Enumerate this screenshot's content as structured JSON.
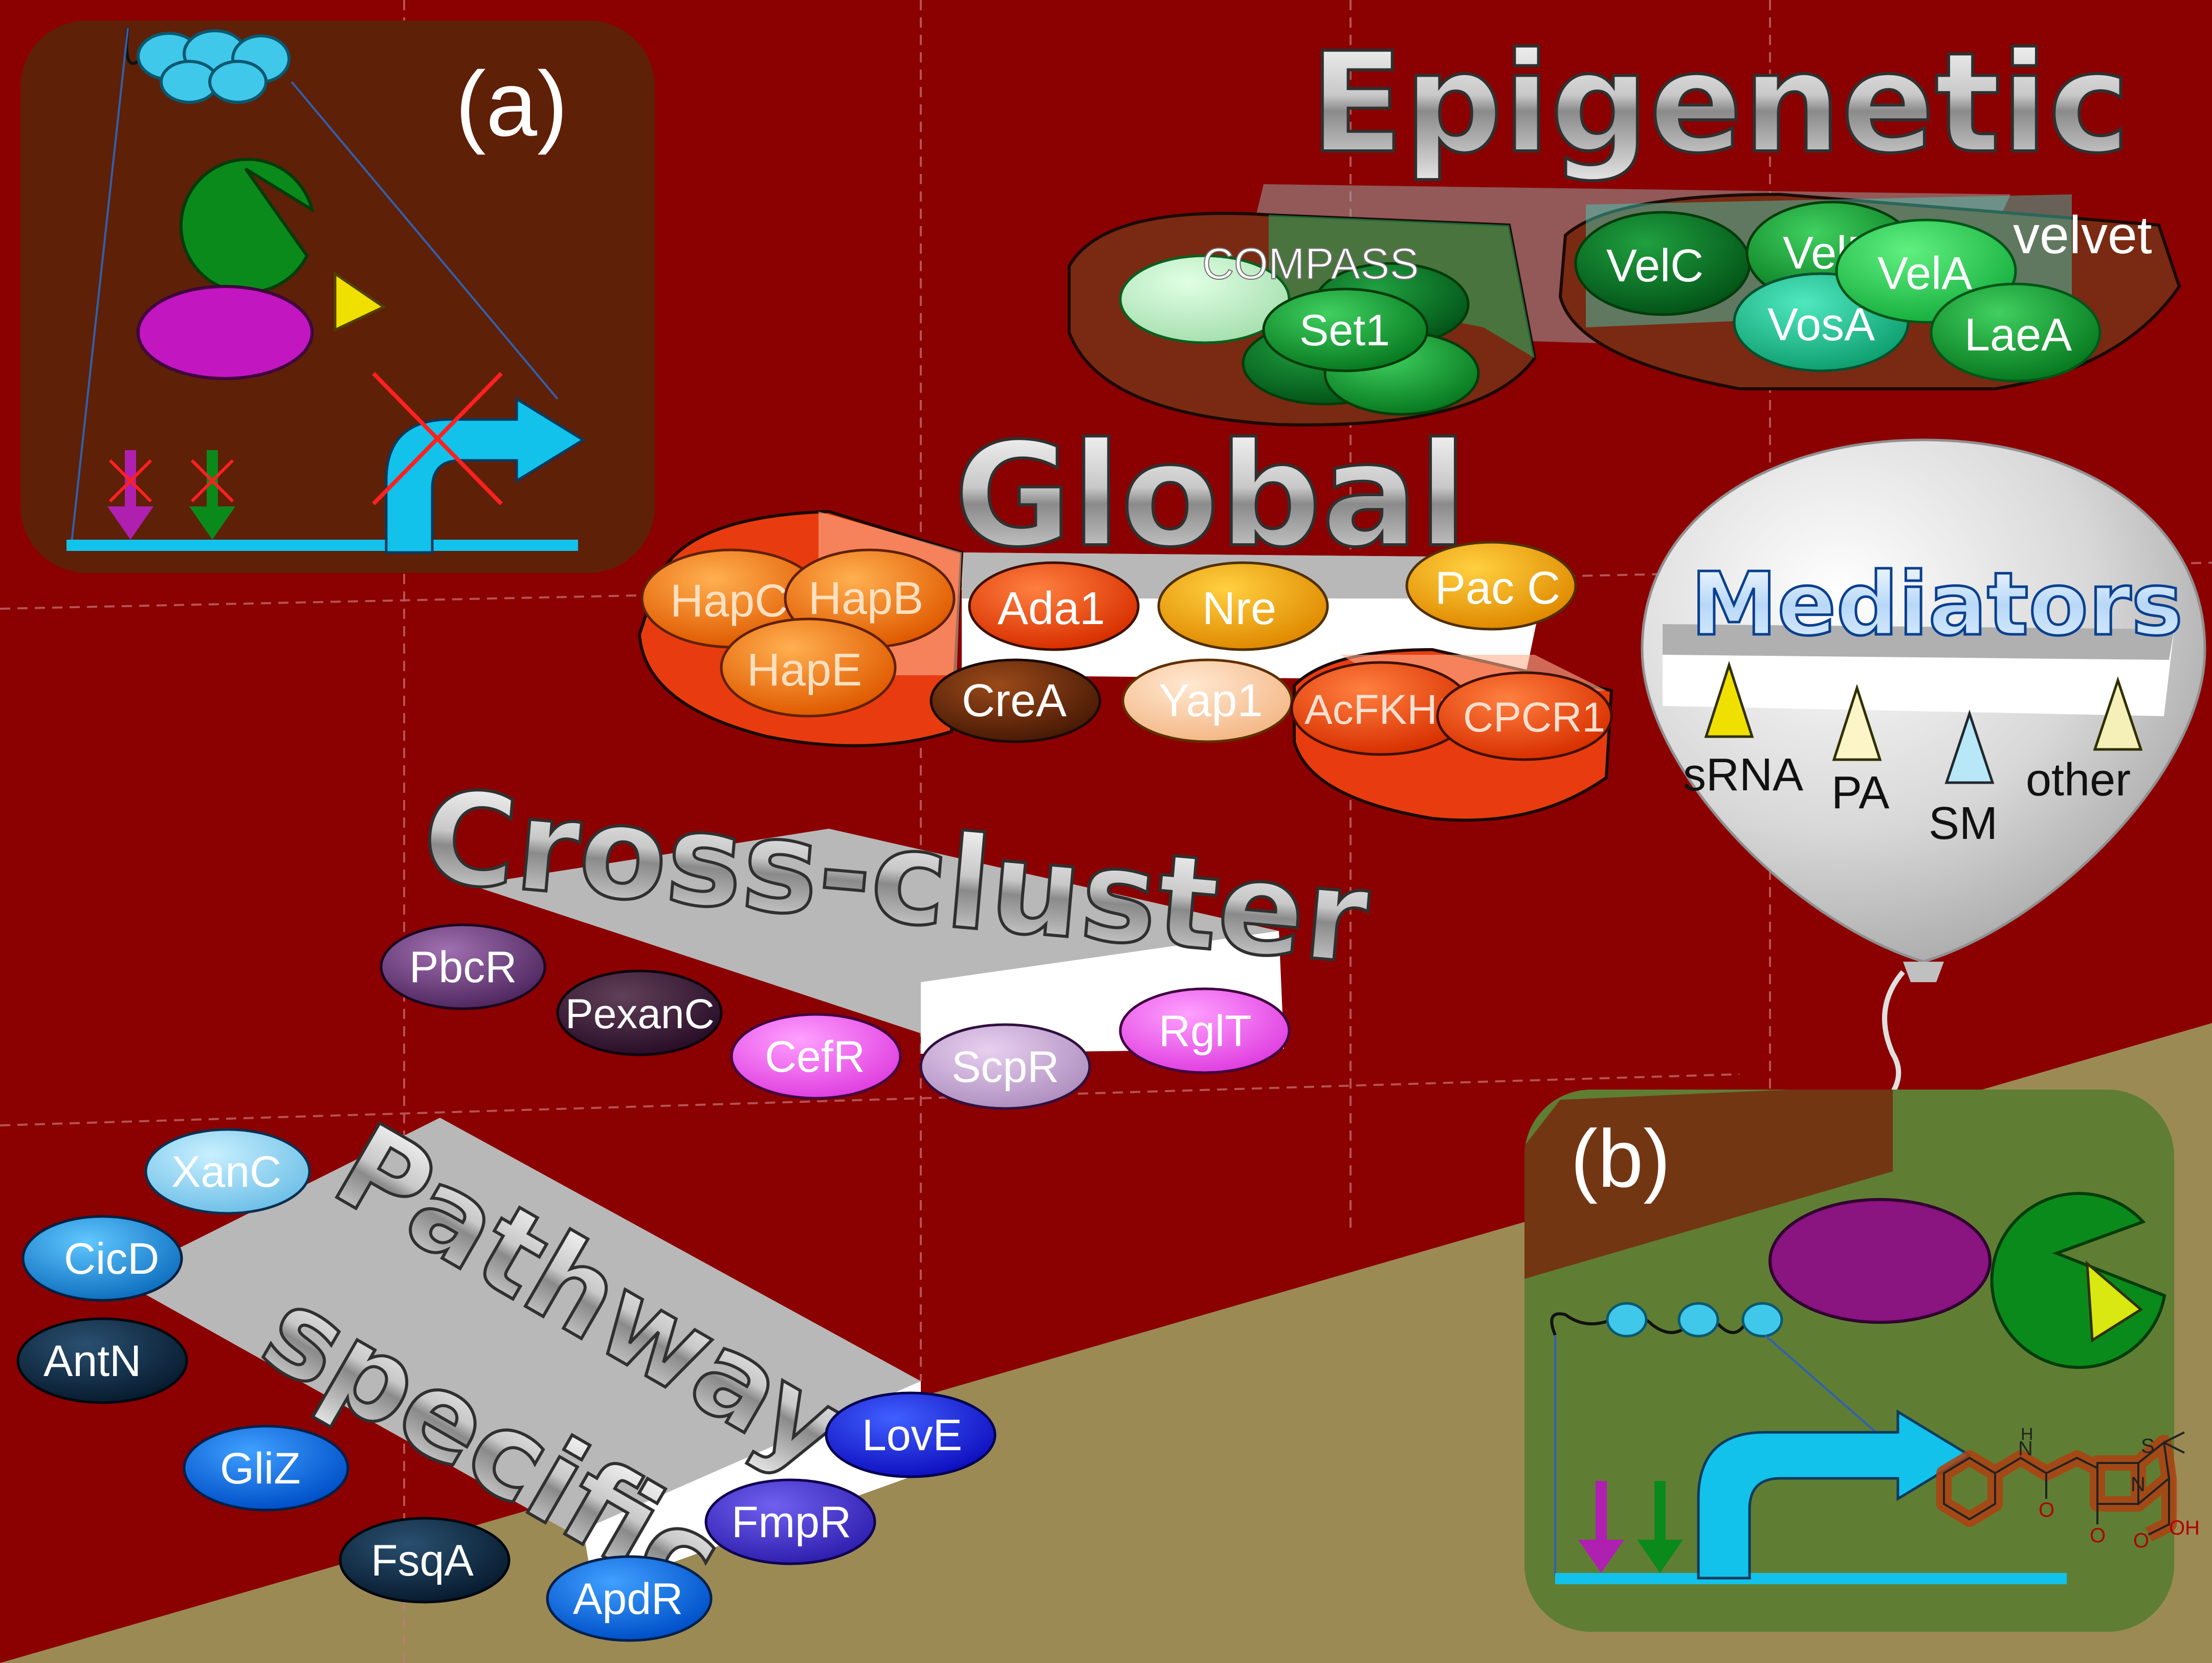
{
  "tiers": {
    "epigenetic": "Epigenetic",
    "global": "Global",
    "cross_cluster": "Cross-cluster",
    "pathway_line1": "Pathway",
    "pathway_line2": "specific",
    "mediators": "Mediators"
  },
  "panels": {
    "a": "(a)",
    "b": "(b)"
  },
  "epigenetic_complexes": {
    "compass": "COMPASS",
    "set1": "Set1",
    "velvet": "velvet",
    "velc": "VelC",
    "velb": "VelB",
    "vela": "VelA",
    "vosa": "VosA",
    "laea": "LaeA"
  },
  "global_regulators": {
    "hapc": "HapC",
    "hapb": "HapB",
    "hape": "HapE",
    "ada1": "Ada1",
    "nre": "Nre",
    "pacc": "Pac C",
    "crea": "CreA",
    "yap1": "Yap1",
    "acfkh1": "AcFKH1",
    "cpcr1": "CPCR1"
  },
  "mediator_labels": {
    "srna": "sRNA",
    "pa": "PA",
    "sm": "SM",
    "other": "other"
  },
  "cross_cluster_regulators": {
    "pbcr": "PbcR",
    "pexanc": "PexanC",
    "cefr": "CefR",
    "scpr": "ScpR",
    "rglt": "RglT"
  },
  "pathway_regulators": {
    "xanc": "XanC",
    "cicd": "CicD",
    "antn": "AntN",
    "gliz": "GliZ",
    "fsqa": "FsqA",
    "apdr": "ApdR",
    "fmpr": "FmpR",
    "love": "LovE"
  },
  "molecule_labels": {
    "n": "N",
    "h": "H",
    "s": "S",
    "o": "O",
    "oh": "OH"
  },
  "colors": {
    "background": "#8b0000",
    "ground": "#9c8a55",
    "panel_a": "#5e2006",
    "panel_b": "#5f7e33",
    "nucleosome": "#40c8ea",
    "activator_green": "#0b8a1c",
    "purple_factor": "#c216c0",
    "mediator_yellow": "#f0e000",
    "promoter_blue": "#12c2ea"
  }
}
